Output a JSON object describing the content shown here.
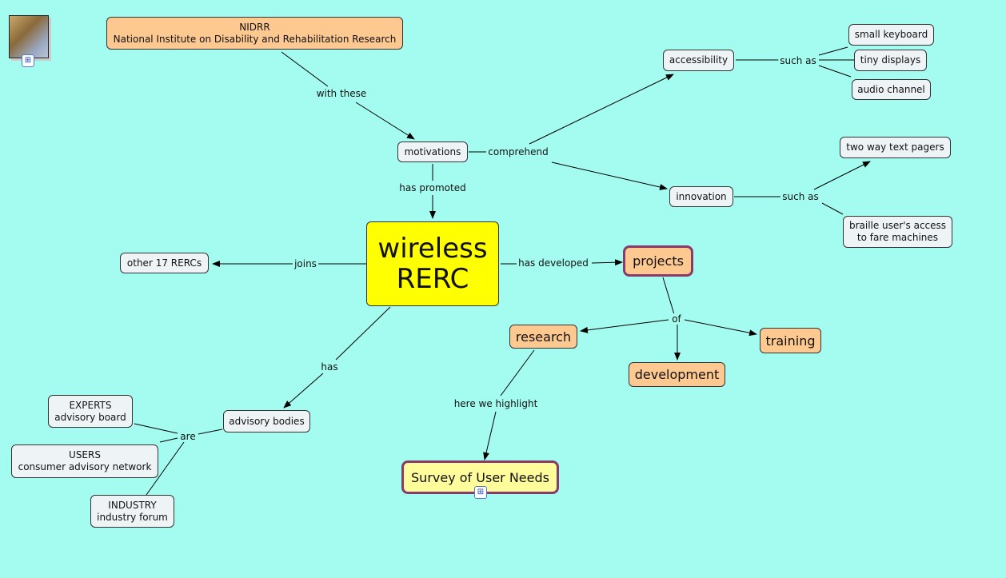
{
  "nodes": {
    "nidrr": "NIDRR",
    "nidrr_sub": "National Institute on Disability and Rehabilitation Research",
    "motivations": "motivations",
    "accessibility": "accessibility",
    "small_keyboard": "small keyboard",
    "tiny_displays": "tiny displays",
    "audio_channel": "audio channel",
    "innovation": "innovation",
    "two_way": "two way text pagers",
    "braille1": "braille user's access",
    "braille2": "to fare machines",
    "wireless1": "wireless",
    "wireless2": "RERC",
    "other": "other 17 RERCs",
    "projects": "projects",
    "research": "research",
    "training": "training",
    "development": "development",
    "advisory": "advisory bodies",
    "experts1": "EXPERTS",
    "experts2": "advisory board",
    "users1": "USERS",
    "users2": "consumer advisory network",
    "industry1": "INDUSTRY",
    "industry2": "industry forum",
    "survey": "Survey of User Needs"
  },
  "links": {
    "with_these": "with these",
    "comprehend": "comprehend",
    "such_as_1": "such as",
    "such_as_2": "such as",
    "has_promoted": "has promoted",
    "joins": "joins",
    "has_developed": "has developed",
    "of": "of",
    "has": "has",
    "are": "are",
    "here_we_highlight": "here we highlight"
  },
  "icons": {
    "submap": "sub-map"
  }
}
